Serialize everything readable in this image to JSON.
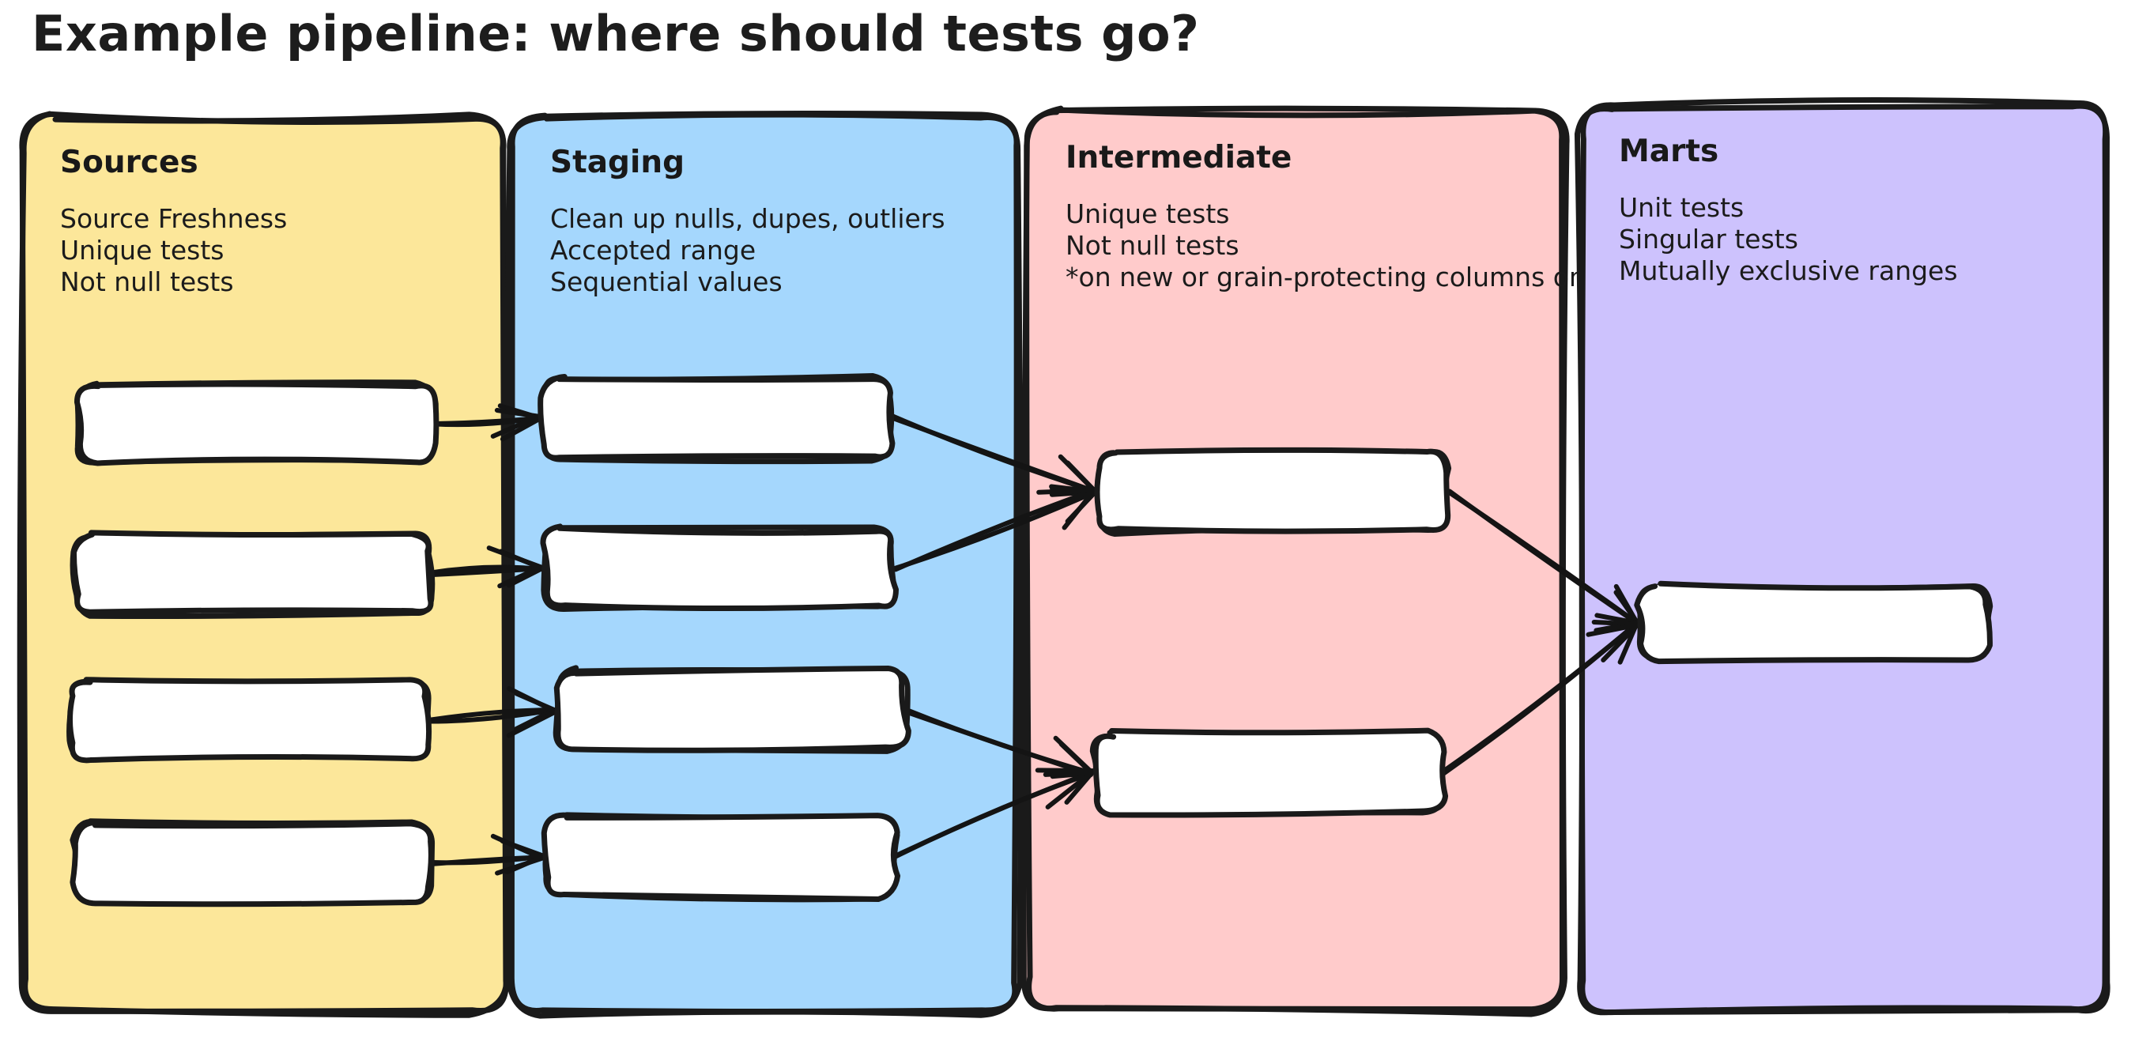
{
  "title": "Example pipeline: where should tests go?",
  "lanes": [
    {
      "id": "sources",
      "title": "Sources",
      "color": "#FCE79A",
      "border": "#1a1a1a",
      "lines": [
        "Source Freshness",
        "Unique tests",
        "Not null tests"
      ],
      "nodes": [
        {
          "label": ""
        },
        {
          "label": ""
        },
        {
          "label": ""
        },
        {
          "label": ""
        }
      ]
    },
    {
      "id": "staging",
      "title": "Staging",
      "color": "#A5D7FD",
      "border": "#1a1a1a",
      "lines": [
        "Clean up nulls, dupes, outliers",
        "Accepted range",
        "Sequential values"
      ],
      "nodes": [
        {
          "label": ""
        },
        {
          "label": ""
        },
        {
          "label": ""
        },
        {
          "label": ""
        }
      ]
    },
    {
      "id": "intermediate",
      "title": "Intermediate",
      "color": "#FFCBCB",
      "border": "#1a1a1a",
      "lines": [
        "Unique tests",
        "Not null tests",
        "*on new or grain-protecting columns only"
      ],
      "nodes": [
        {
          "label": ""
        },
        {
          "label": ""
        }
      ]
    },
    {
      "id": "marts",
      "title": "Marts",
      "color": "#CDC2FD",
      "border": "#1a1a1a",
      "lines": [
        "Unit tests",
        "Singular tests",
        "Mutually exclusive ranges"
      ],
      "nodes": [
        {
          "label": ""
        }
      ]
    }
  ],
  "edges": [
    {
      "from": "sources.0",
      "to": "staging.0"
    },
    {
      "from": "sources.1",
      "to": "staging.1"
    },
    {
      "from": "sources.2",
      "to": "staging.2"
    },
    {
      "from": "sources.3",
      "to": "staging.3"
    },
    {
      "from": "staging.0",
      "to": "intermediate.0"
    },
    {
      "from": "staging.1",
      "to": "intermediate.0"
    },
    {
      "from": "staging.2",
      "to": "intermediate.1"
    },
    {
      "from": "staging.3",
      "to": "intermediate.1"
    },
    {
      "from": "intermediate.0",
      "to": "marts.0"
    },
    {
      "from": "intermediate.1",
      "to": "marts.0"
    }
  ],
  "palette": {
    "background": "#ffffff",
    "ink": "#1a1a1a",
    "node_fill": "#ffffff"
  }
}
